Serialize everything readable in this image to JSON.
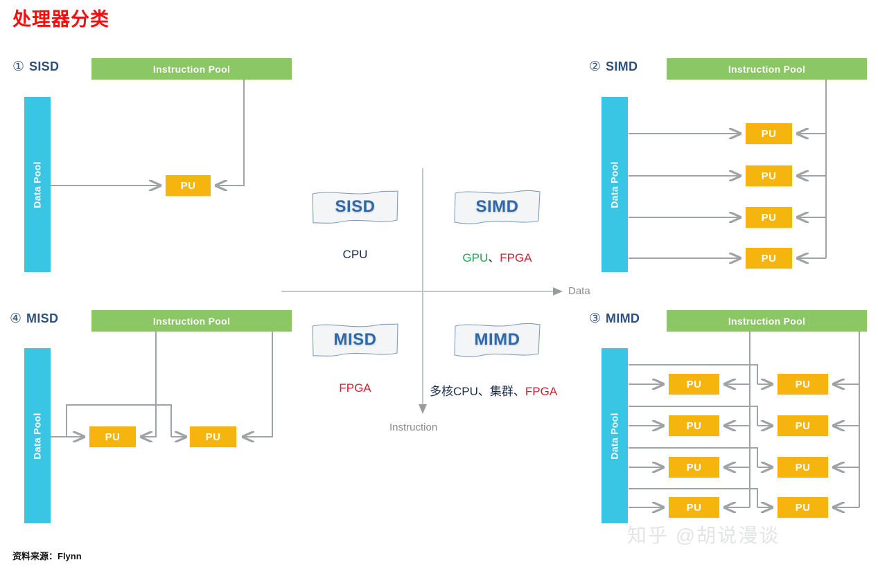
{
  "page": {
    "title": "处理器分类",
    "source_note": "资料来源：Flynn",
    "watermark": "知乎 @胡说漫谈",
    "title_color": "#f60d0d"
  },
  "labels": {
    "instruction_pool": "Instruction Pool",
    "data_pool": "Data Pool",
    "pu": "PU"
  },
  "axes": {
    "x_label": "Data",
    "y_label": "Instruction"
  },
  "quadrants": [
    {
      "id": "sisd",
      "number": "①",
      "name": "SISD",
      "pu_count": 1,
      "position": "top-left"
    },
    {
      "id": "simd",
      "number": "②",
      "name": "SIMD",
      "pu_count": 4,
      "position": "top-right"
    },
    {
      "id": "mimd",
      "number": "③",
      "name": "MIMD",
      "pu_count": 8,
      "position": "bottom-right"
    },
    {
      "id": "misd",
      "number": "④",
      "name": "MISD",
      "pu_count": 2,
      "position": "bottom-left"
    }
  ],
  "center_cards": [
    {
      "id": "sisd",
      "label": "SISD",
      "examples": [
        {
          "text": "CPU",
          "color": "#1b2a4a"
        }
      ]
    },
    {
      "id": "simd",
      "label": "SIMD",
      "examples": [
        {
          "text": "GPU",
          "color": "#23a455"
        },
        {
          "text": "、",
          "color": "#1b2a4a"
        },
        {
          "text": "FPGA",
          "color": "#cc2233"
        }
      ]
    },
    {
      "id": "misd",
      "label": "MISD",
      "examples": [
        {
          "text": "FPGA",
          "color": "#cc2233"
        }
      ]
    },
    {
      "id": "mimd",
      "label": "MIMD",
      "examples": [
        {
          "text": "多核CPU、集群、",
          "color": "#1b2a4a"
        },
        {
          "text": "FPGA",
          "color": "#cc2233"
        }
      ]
    }
  ],
  "center_text": {
    "sisd_label": "SISD",
    "simd_label": "SIMD",
    "misd_label": "MISD",
    "mimd_label": "MIMD",
    "sisd_sub_cpu": "CPU",
    "simd_sub_gpu": "GPU",
    "simd_sub_sep": "、",
    "simd_sub_fpga": "FPGA",
    "misd_sub_fpga": "FPGA",
    "mimd_sub_main": "多核CPU、集群、",
    "mimd_sub_fpga": "FPGA"
  },
  "colors": {
    "instruction_pool": "#8cc765",
    "data_pool": "#38c6e4",
    "pu": "#f5b50e",
    "wire": "#a0a3a6",
    "card_text": "#2f6aa8",
    "heading": "#2d4f7c"
  }
}
